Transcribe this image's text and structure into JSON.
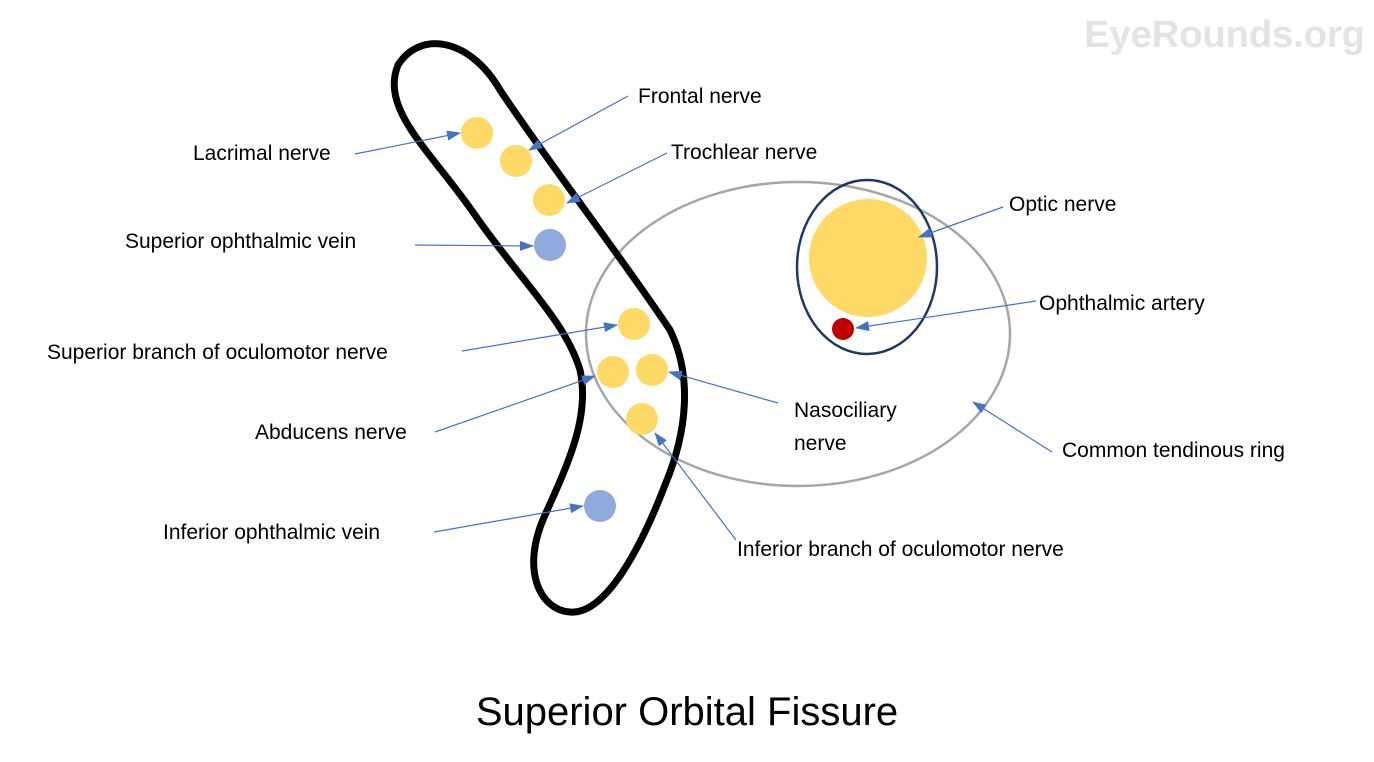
{
  "watermark": "EyeRounds.org",
  "title": "Superior Orbital Fissure",
  "labels": {
    "frontal_nerve": "Frontal nerve",
    "lacrimal_nerve": "Lacrimal nerve",
    "trochlear_nerve": "Trochlear nerve",
    "superior_ophthalmic_vein": "Superior ophthalmic vein",
    "optic_nerve": "Optic nerve",
    "ophthalmic_artery": "Ophthalmic artery",
    "superior_branch_oculomotor": "Superior branch of oculomotor nerve",
    "nasociliary_line1": "Nasociliary",
    "nasociliary_line2": "nerve",
    "abducens_nerve": "Abducens nerve",
    "common_tendinous_ring": "Common tendinous ring",
    "inferior_ophthalmic_vein": "Inferior ophthalmic vein",
    "inferior_branch_oculomotor": "Inferior branch of oculomotor nerve"
  },
  "colors": {
    "nerve": "#ffd966",
    "vein": "#8faadc",
    "artery": "#c00000",
    "arrow": "#4472c4",
    "fissure_outline": "#000000",
    "ring_outline": "#a6a6a6",
    "optic_sheath": "#203864",
    "watermark": "#e3e3e3"
  }
}
